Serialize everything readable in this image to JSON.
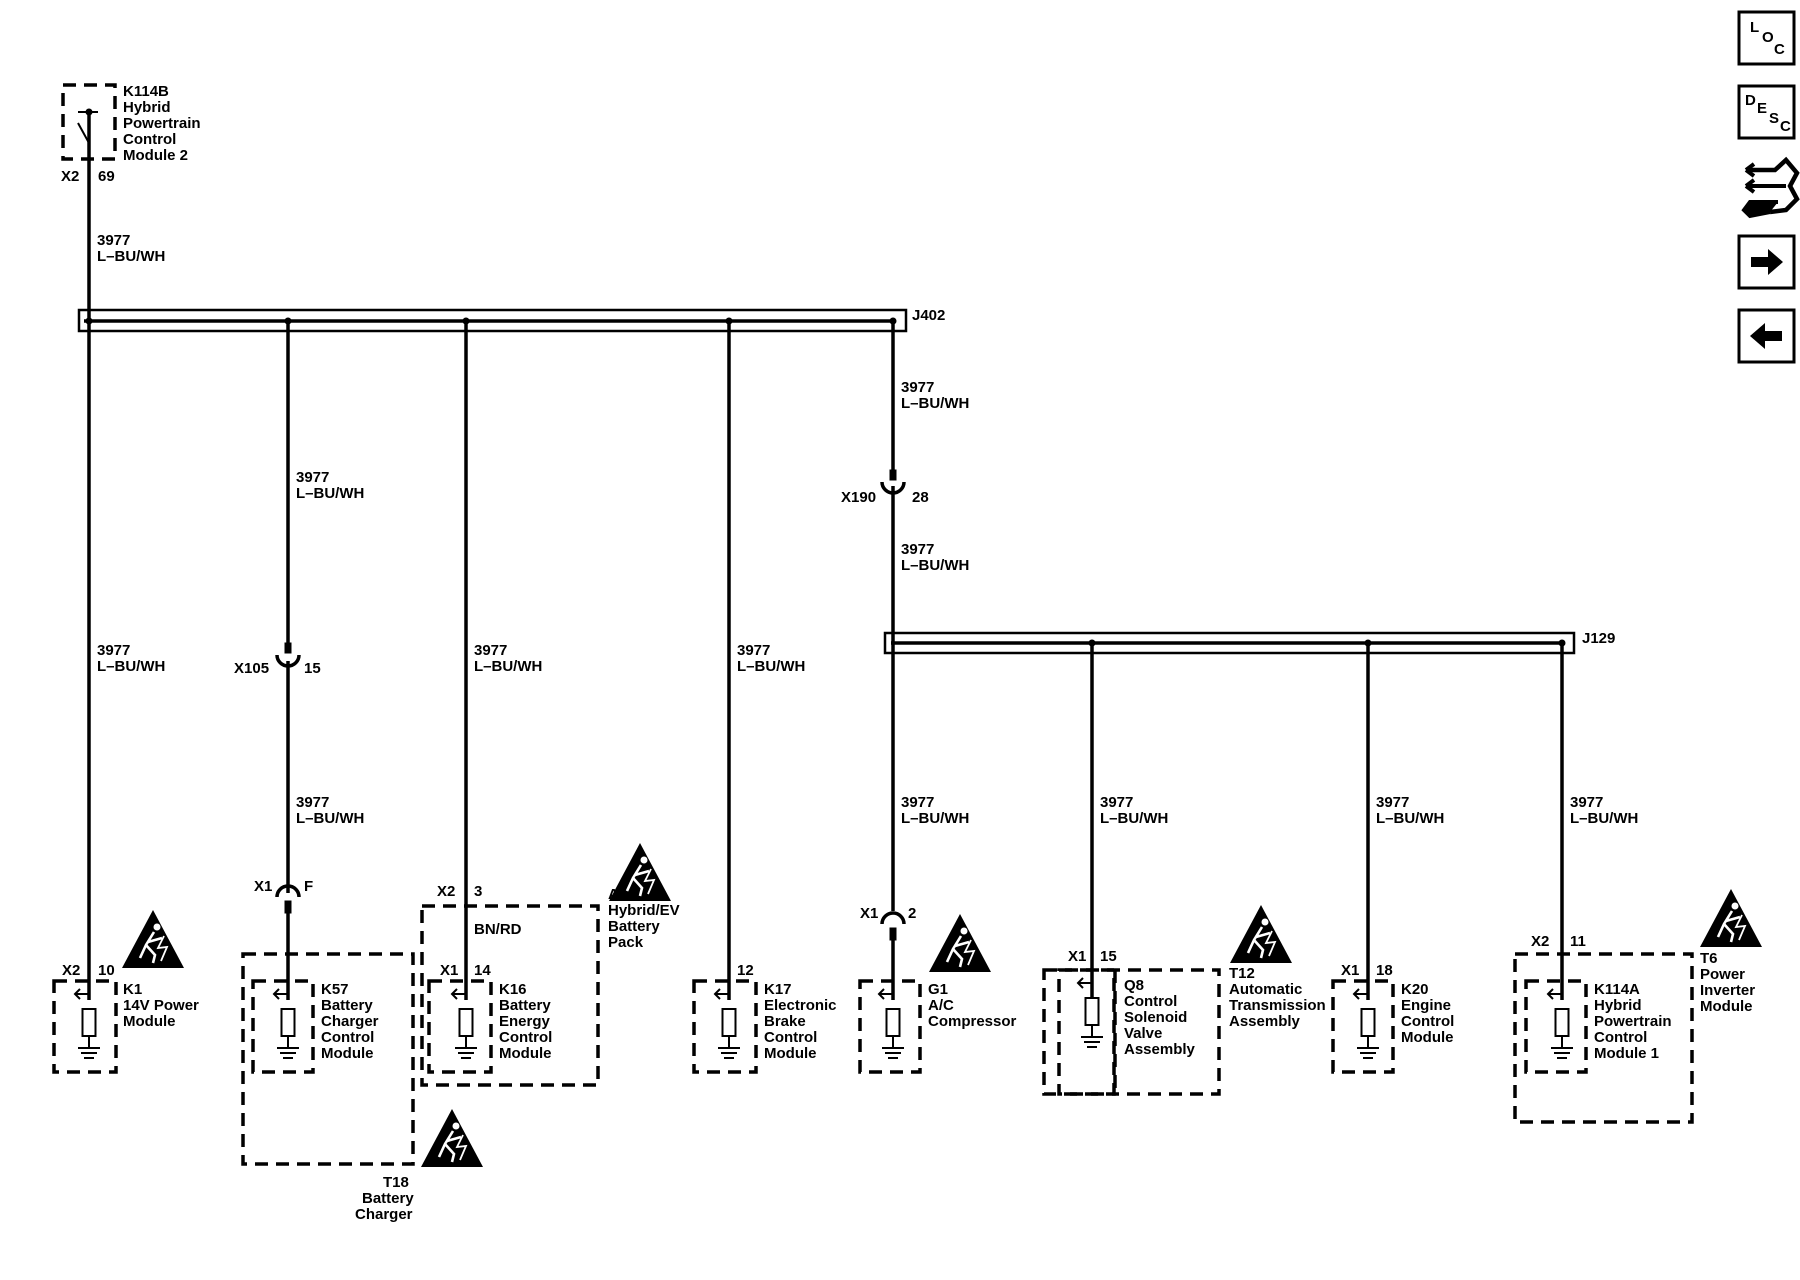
{
  "wire": {
    "circuit": "3977",
    "color": "L–BU/WH"
  },
  "splices": {
    "j402": "J402",
    "j129": "J129"
  },
  "inline_connectors": {
    "x190": {
      "name": "X190",
      "pin": "28"
    },
    "x105": {
      "name": "X105",
      "pin": "15"
    }
  },
  "modules": {
    "k114b": {
      "connector": "X2",
      "pin": "69",
      "lines": [
        "K114B",
        "Hybrid",
        "Powertrain",
        "Control",
        "Module 2"
      ]
    },
    "k1": {
      "connector": "X2",
      "pin": "10",
      "lines": [
        "K1",
        "14V Power",
        "Module"
      ]
    },
    "k57": {
      "lines": [
        "K57",
        "Battery",
        "Charger",
        "Control",
        "Module"
      ]
    },
    "x1f": {
      "connector": "X1",
      "pin": "F"
    },
    "t18": {
      "lines": [
        "T18",
        "Battery",
        "Charger"
      ]
    },
    "a4": {
      "connector": "X2",
      "pin": "3",
      "wire_note": "BN/RD",
      "lines": [
        "A4",
        "Hybrid/EV",
        "Battery",
        "Pack"
      ]
    },
    "k16": {
      "connector": "X1",
      "pin": "14",
      "lines": [
        "K16",
        "Battery",
        "Energy",
        "Control",
        "Module"
      ]
    },
    "k17": {
      "pin": "12",
      "lines": [
        "K17",
        "Electronic",
        "Brake",
        "Control",
        "Module"
      ]
    },
    "g1": {
      "connector": "X1",
      "pin": "2",
      "lines": [
        "G1",
        "A/C",
        "Compressor"
      ]
    },
    "q8": {
      "connector": "X1",
      "pin": "15",
      "lines": [
        "Q8",
        "Control",
        "Solenoid",
        "Valve",
        "Assembly"
      ]
    },
    "t12": {
      "lines": [
        "T12",
        "Automatic",
        "Transmission",
        "Assembly"
      ]
    },
    "k20": {
      "connector": "X1",
      "pin": "18",
      "lines": [
        "K20",
        "Engine",
        "Control",
        "Module"
      ]
    },
    "k114a": {
      "connector": "X2",
      "pin": "11",
      "lines": [
        "K114A",
        "Hybrid",
        "Powertrain",
        "Control",
        "Module 1"
      ]
    },
    "t6": {
      "lines": [
        "T6",
        "Power",
        "Inverter",
        "Module"
      ]
    }
  },
  "nav": {
    "loc": {
      "letters": [
        "L",
        "O",
        "C"
      ]
    },
    "desc": {
      "letters": [
        "D",
        "E",
        "S",
        "C"
      ]
    },
    "connector_icon": "connector-icon",
    "next_icon": "arrow-right-icon",
    "prev_icon": "arrow-left-icon"
  }
}
